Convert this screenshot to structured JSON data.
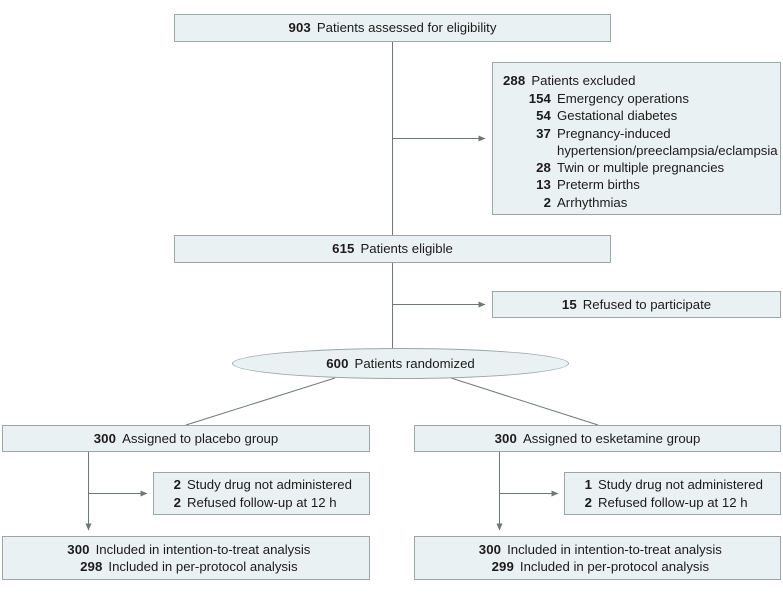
{
  "diagram": {
    "title": "CONSORT participant flow diagram",
    "colors": {
      "box_fill": "#eaf1f2",
      "box_border": "#9aa6a8",
      "connector": "#6f7878",
      "text": "#1b1b1b"
    },
    "assessed": {
      "count": "903",
      "label": "Patients assessed for eligibility"
    },
    "excluded": {
      "count": "288",
      "label": "Patients excluded",
      "reasons": [
        {
          "count": "154",
          "label": "Emergency operations"
        },
        {
          "count": "54",
          "label": "Gestational diabetes"
        },
        {
          "count": "37",
          "label": "Pregnancy-induced hypertension/preeclampsia/eclampsia"
        },
        {
          "count": "28",
          "label": "Twin or multiple pregnancies"
        },
        {
          "count": "13",
          "label": "Preterm births"
        },
        {
          "count": "2",
          "label": "Arrhythmias"
        }
      ]
    },
    "eligible": {
      "count": "615",
      "label": "Patients eligible"
    },
    "refused": {
      "count": "15",
      "label": "Refused to participate"
    },
    "randomized": {
      "count": "600",
      "label": "Patients randomized"
    },
    "arms": [
      {
        "assigned": {
          "count": "300",
          "label": "Assigned to placebo group"
        },
        "losses": [
          {
            "count": "2",
            "label": "Study drug not administered"
          },
          {
            "count": "2",
            "label": "Refused follow-up at 12 h"
          }
        ],
        "analyzed": [
          {
            "count": "300",
            "label": "Included in intention-to-treat analysis"
          },
          {
            "count": "298",
            "label": "Included in per-protocol analysis"
          }
        ]
      },
      {
        "assigned": {
          "count": "300",
          "label": "Assigned to esketamine group"
        },
        "losses": [
          {
            "count": "1",
            "label": "Study drug not administered"
          },
          {
            "count": "2",
            "label": "Refused follow-up at 12 h"
          }
        ],
        "analyzed": [
          {
            "count": "300",
            "label": "Included in intention-to-treat analysis"
          },
          {
            "count": "299",
            "label": "Included in per-protocol analysis"
          }
        ]
      }
    ]
  }
}
